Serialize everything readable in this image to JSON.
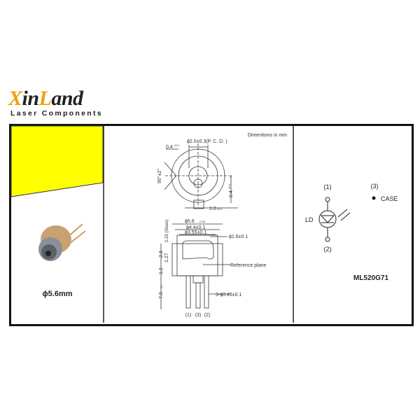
{
  "brand": {
    "logo_text": "XinLand",
    "logo_parts": [
      "X",
      "in",
      "L",
      "and"
    ],
    "tagline": "Laser Components",
    "accent_color": "#f0a010"
  },
  "panel_left": {
    "highlight_color": "#ffff00",
    "product_photo": "to-can-laser-diode",
    "diameter_label": "ϕ5.6mm"
  },
  "panel_drawing": {
    "units_note": "Dimentions in mm",
    "dims": {
      "pcd": "ϕ2.0±0.3(P. C. D. )",
      "notch": "0.4",
      "notch_tol": "±0.1",
      "angle": "90°±2°",
      "offset": "0.4",
      "offset_tol": "±0.1",
      "tab": "1.0",
      "tab_tol": "±0.1",
      "outer_dia": "ϕ5.6",
      "outer_dia_tol": "-0.03",
      "flange_dia": "ϕ4.4±0.1",
      "cap_dia": "ϕ3.55±0.1",
      "window_dia": "ϕ1.6±0.1",
      "glass": "0.25 (Glass)",
      "height": "2.3",
      "emit": "1.27",
      "base": "1.2",
      "lead_len": "7.0",
      "lead_len_tol": "±1",
      "lead_dia": "3-ϕ0.45±0.1",
      "reference": "Reference plane",
      "x_axis": "x"
    },
    "pins": [
      "(1)",
      "(3)",
      "(2)"
    ]
  },
  "panel_schematic": {
    "pin1": "(1)",
    "pin2": "(2)",
    "pin3": "(3)",
    "case_label": "CASE",
    "device_label": "LD",
    "part_number": "ML520G71"
  }
}
